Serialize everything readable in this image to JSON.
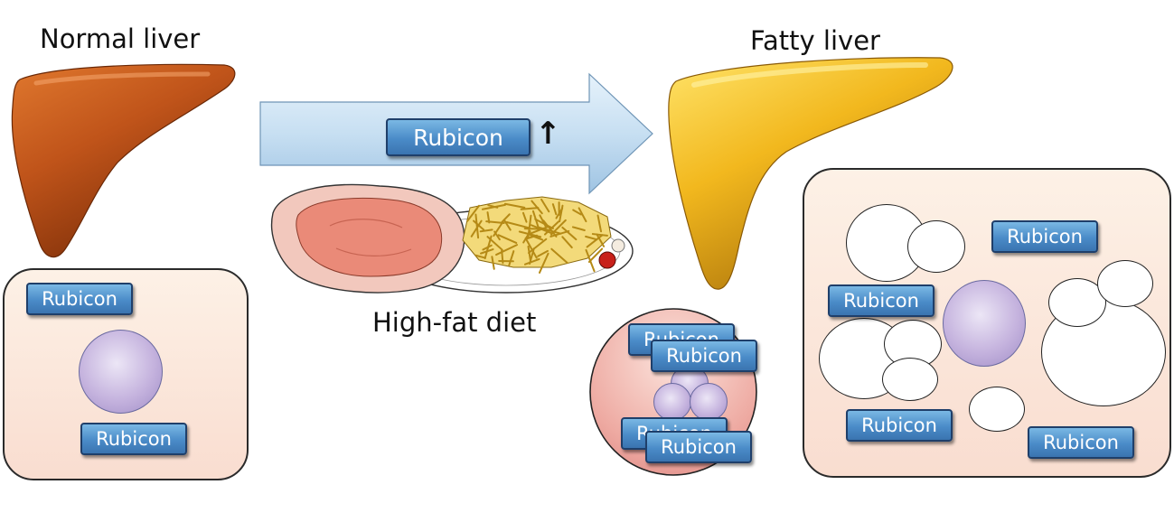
{
  "labels": {
    "normal_liver": "Normal liver",
    "fatty_liver": "Fatty liver",
    "high_fat_diet": "High-fat diet"
  },
  "badges": {
    "rubicon": "Rubicon",
    "arrow_badge": "Rubicon",
    "up_arrow": "↑"
  },
  "colors": {
    "normal_liver": "#c0541a",
    "fatty_liver": "#f2b81e",
    "cell_fill": "#fbe6da",
    "badge_blue": "#4a8bc8",
    "arrow_blue": "#bcd9f0"
  }
}
